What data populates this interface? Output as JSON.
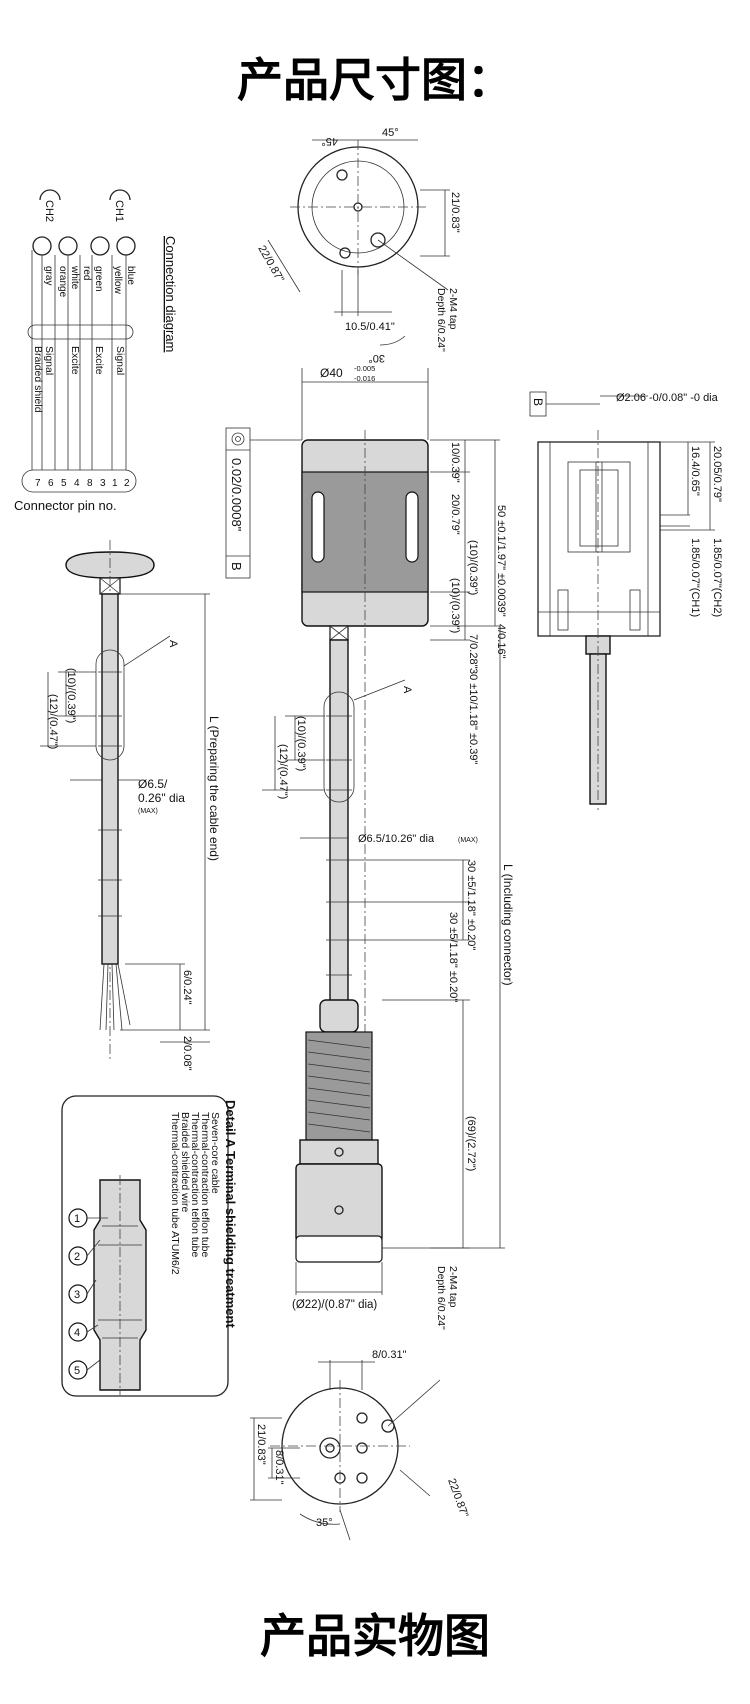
{
  "headings": {
    "dimension_title": "产品尺寸图：",
    "photo_title": "产品实物图"
  },
  "top_view": {
    "angle_left": "45°",
    "angle_right": "45°",
    "dim_right": "21/0.83\"",
    "dim_diag": "22/0.87\"",
    "tap1": "2-M4 tap",
    "tap2": "Depth 6/0.24\"",
    "dim_bottom": "10.5/0.41\"",
    "angle_bottom": "30°"
  },
  "connection": {
    "title": "Connection diagram",
    "ch1": "CH1",
    "ch2": "CH2",
    "colors": [
      "blue",
      "yellow",
      "green",
      "red",
      "white",
      "orange",
      "gray"
    ],
    "signals": [
      "Signal",
      "Excite",
      "Excite",
      "Signal",
      "Braided shield"
    ],
    "pins": [
      "2",
      "1",
      "3",
      "8",
      "4",
      "5",
      "6",
      "7"
    ],
    "pin_label": "Connector pin no."
  },
  "front_view": {
    "dia": "Ø40",
    "tol_top": "-0.005",
    "tol_bot": "-0.016",
    "runout": "0.02/0.0008\"",
    "datum": "B",
    "d10": "10/0.39\"",
    "d20": "20/0.79\"",
    "d10b": "(10)/(0.39\")",
    "d10c": "(10)/(0.39\")",
    "d50": "50 ±0.1/1.97\" ±0.0039\"",
    "d4": "4/0.16\"",
    "d7": "7/0.28\"",
    "d30a": "30 ±10/1.18\" ±0.39\"",
    "detail": "A",
    "d10d": "(10)/(0.39\")",
    "d12": "(12)/(0.47\")",
    "cable_dia": "Ø6.5/10.26\" dia",
    "max": "(MAX)",
    "d30b": "30 ±5/1.18\" ±0.20\"",
    "d30c": "30 ±5/1.18\" ±0.20\"",
    "L": "L (Including connector)",
    "d69": "(69)/(2.72\")",
    "conn_dia": "(Ø22)/(0.87\" dia)"
  },
  "side_section": {
    "datum": "B",
    "dia": "Ø2.06 -0/0.08\" -0 dia",
    "d20": "20.05/0.79\"",
    "d16": "16.4/0.65\"",
    "ch2": "1.85/0.07\"(CH2)",
    "ch1": "1.85/0.07\"(CH1)"
  },
  "cable_view": {
    "detail": "A",
    "d10": "(10)/(0.39\")",
    "d12": "(12)/(0.47\")",
    "dia": "Ø6.5/",
    "dia2": "0.26\" dia",
    "max": "(MAX)",
    "L": "L (Preparing the cable end)",
    "d6": "6/0.24\"",
    "d2": "2/0.08\""
  },
  "detail_a": {
    "title": "Detail A  Terminal shielding treatment",
    "items": [
      "Seven-core cable",
      "Thermal-contraction teflon tube",
      "Thermal-contraction teflon tube",
      "Braided shielded wire",
      "Thermal-contraction tube ATUM6/2"
    ],
    "numbers": [
      "1",
      "2",
      "3",
      "4",
      "5"
    ]
  },
  "bottom_view": {
    "d8a": "8/0.31\"",
    "tap1": "2-M4 tap",
    "tap2": "Depth 6/0.24\"",
    "d8b": "8/0.31\"",
    "d21": "21/0.83\"",
    "d22": "22/0.87\"",
    "angle": "35°"
  }
}
